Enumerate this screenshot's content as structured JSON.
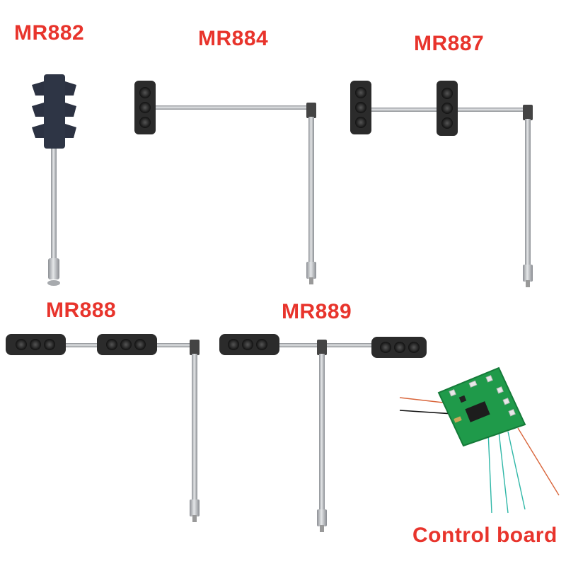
{
  "colors": {
    "label": "#e8342c",
    "signal_body": "#2b2b2b",
    "pole": "#b9bcc0",
    "pcb": "#1f9a4a"
  },
  "labels": {
    "mr882": "MR882",
    "mr884": "MR884",
    "mr887": "MR887",
    "mr888": "MR888",
    "mr889": "MR889",
    "control_board": "Control board"
  }
}
